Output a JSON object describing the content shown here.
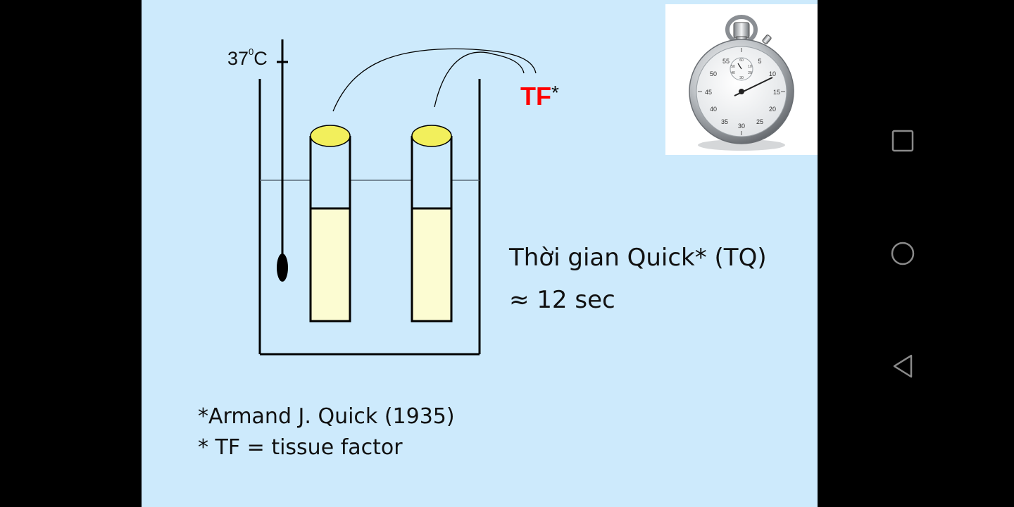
{
  "slide": {
    "temperature": {
      "value": "37",
      "superscript": "0",
      "unit": "C"
    },
    "reagent": {
      "label": "TF",
      "marker": "*"
    },
    "result": {
      "line1": "Thời gian Quick* (TQ)",
      "line2": "≈ 12 sec"
    },
    "footnotes": [
      "*Armand J. Quick (1935)",
      "* TF = tissue factor"
    ],
    "stopwatch": {
      "outer_numbers": [
        "5",
        "10",
        "15",
        "20",
        "25",
        "30",
        "35",
        "40",
        "45",
        "50",
        "55"
      ],
      "inner_numbers": [
        "60",
        "10",
        "20",
        "30",
        "40",
        "50"
      ]
    }
  },
  "colors": {
    "slide_background": "#cdeafc",
    "tube_fill": "#fcfcd2",
    "tube_cap": "#f2ef5c",
    "reagent_label": "#ff0000",
    "system_bar": "#000000"
  },
  "navigation": {
    "buttons": [
      {
        "name": "recent-apps",
        "icon": "square-icon"
      },
      {
        "name": "home",
        "icon": "circle-icon"
      },
      {
        "name": "back",
        "icon": "triangle-back-icon"
      }
    ]
  }
}
